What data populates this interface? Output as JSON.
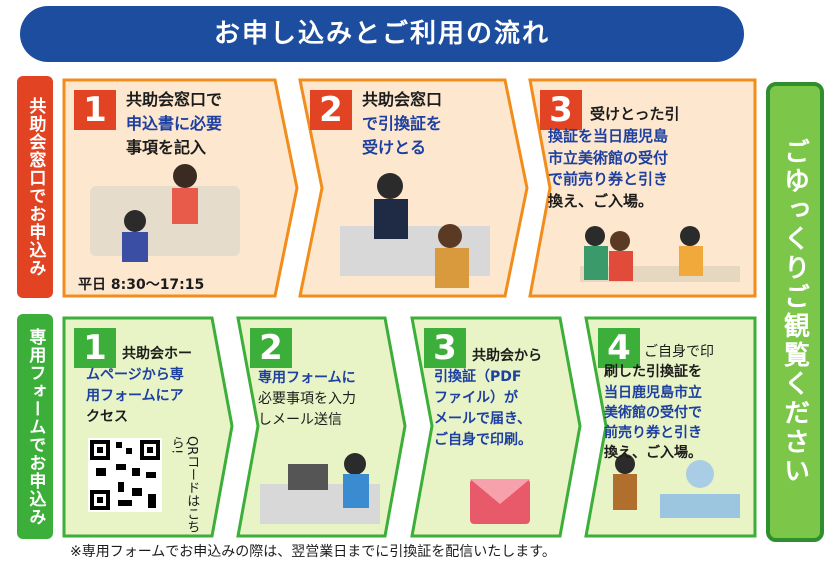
{
  "title": "お申し込みとご利用の流れ",
  "sections": {
    "counter_label": "共助会窓口でお申込み",
    "form_label": "専用フォームでお申込み"
  },
  "counter_steps": [
    {
      "num": "1",
      "lines": [
        "共助会窓口で",
        "申込書に必要",
        "事項を記入"
      ],
      "hours": "平日 8:30〜17:15"
    },
    {
      "num": "2",
      "lines": [
        "共助会窓口",
        "で引換証を",
        "受けとる"
      ]
    },
    {
      "num": "3",
      "lines": [
        "受けとった引",
        "換証を当日鹿児島",
        "市立美術館の受付",
        "で前売り券と引き",
        "換え、ご入場。"
      ]
    }
  ],
  "form_steps": [
    {
      "num": "1",
      "lines": [
        "共助会ホー",
        "ムページから専",
        "用フォームにア",
        "クセス"
      ],
      "qr_note": "QRコードはこちら!"
    },
    {
      "num": "2",
      "lines": [
        "専用フォームに",
        "必要事項を入力",
        "しメール送信"
      ]
    },
    {
      "num": "3",
      "lines": [
        "共助会から",
        "引換証（PDF",
        "ファイル）が",
        "メールで届き、",
        "ご自身で印刷。"
      ]
    },
    {
      "num": "4",
      "lines": [
        "ご自身で印",
        "刷した引換証を",
        "当日鹿児島市立",
        "美術館の受付で",
        "前売り券と引き",
        "換え、ご入場。"
      ]
    }
  ],
  "footnote": "※専用フォームでお申込みの際は、翌営業日までに引換証を配信いたします。",
  "closing": "ごゆっくりご観覧ください",
  "colors": {
    "title_bg": "#1d4d9e",
    "red": "#e24423",
    "green": "#3cae3a",
    "panel_orange": "#fbb04a",
    "panel_green": "#cfe88c"
  }
}
